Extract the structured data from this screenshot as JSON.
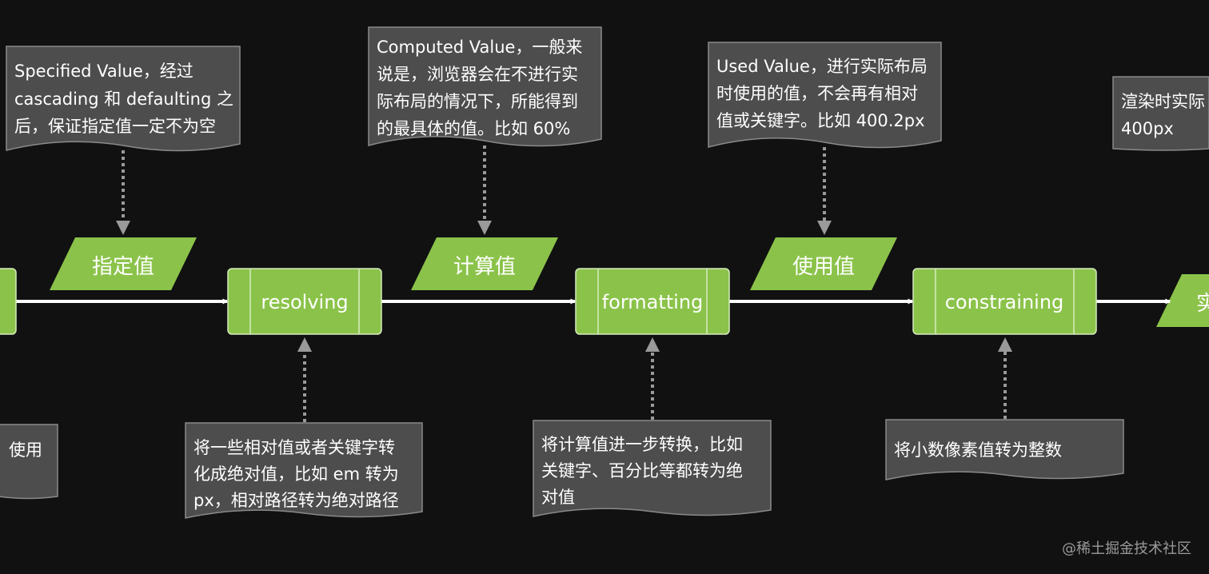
{
  "colors": {
    "background": "#111111",
    "process_fill": "#8bc34a",
    "process_stroke": "#d6ecbf",
    "note_fill": "#4d4d4d",
    "note_stroke": "#8a8a8a",
    "main_arrow": "#ffffff",
    "dotted_arrow": "#9a9a9a",
    "text": "#ffffff"
  },
  "processes": [
    {
      "id": "resolving",
      "label": "resolving"
    },
    {
      "id": "formatting",
      "label": "formatting"
    },
    {
      "id": "constraining",
      "label": "constraining"
    }
  ],
  "values": [
    {
      "id": "specified",
      "label": "指定值"
    },
    {
      "id": "computed",
      "label": "计算值"
    },
    {
      "id": "used",
      "label": "使用值"
    },
    {
      "id": "actual",
      "label": "实"
    }
  ],
  "notes_top": [
    {
      "id": "specified-note",
      "lines": [
        "Specified Value，经过",
        "cascading 和 defaulting 之",
        "后，保证指定值一定不为空"
      ]
    },
    {
      "id": "computed-note",
      "lines": [
        "Computed Value，一般来",
        "说是，浏览器会在不进行实",
        "际布局的情况下，所能得到",
        "的最具体的值。比如 60%"
      ]
    },
    {
      "id": "used-note",
      "lines": [
        "Used Value，进行实际布局",
        "时使用的值，不会再有相对",
        "值或关键字。比如 400.2px"
      ]
    },
    {
      "id": "actual-note",
      "lines": [
        "渲染时实际",
        "400px"
      ]
    }
  ],
  "notes_bottom": [
    {
      "id": "left-note",
      "lines": [
        "使用"
      ]
    },
    {
      "id": "resolving-note",
      "lines": [
        "将一些相对值或者关键字转",
        "化成绝对值，比如 em 转为",
        "px，相对路径转为绝对路径"
      ]
    },
    {
      "id": "formatting-note",
      "lines": [
        "将计算值进一步转换，比如",
        "关键字、百分比等都转为绝",
        "对值"
      ]
    },
    {
      "id": "constraining-note",
      "lines": [
        "将小数像素值转为整数"
      ]
    }
  ],
  "watermark": "@稀土掘金技术社区"
}
